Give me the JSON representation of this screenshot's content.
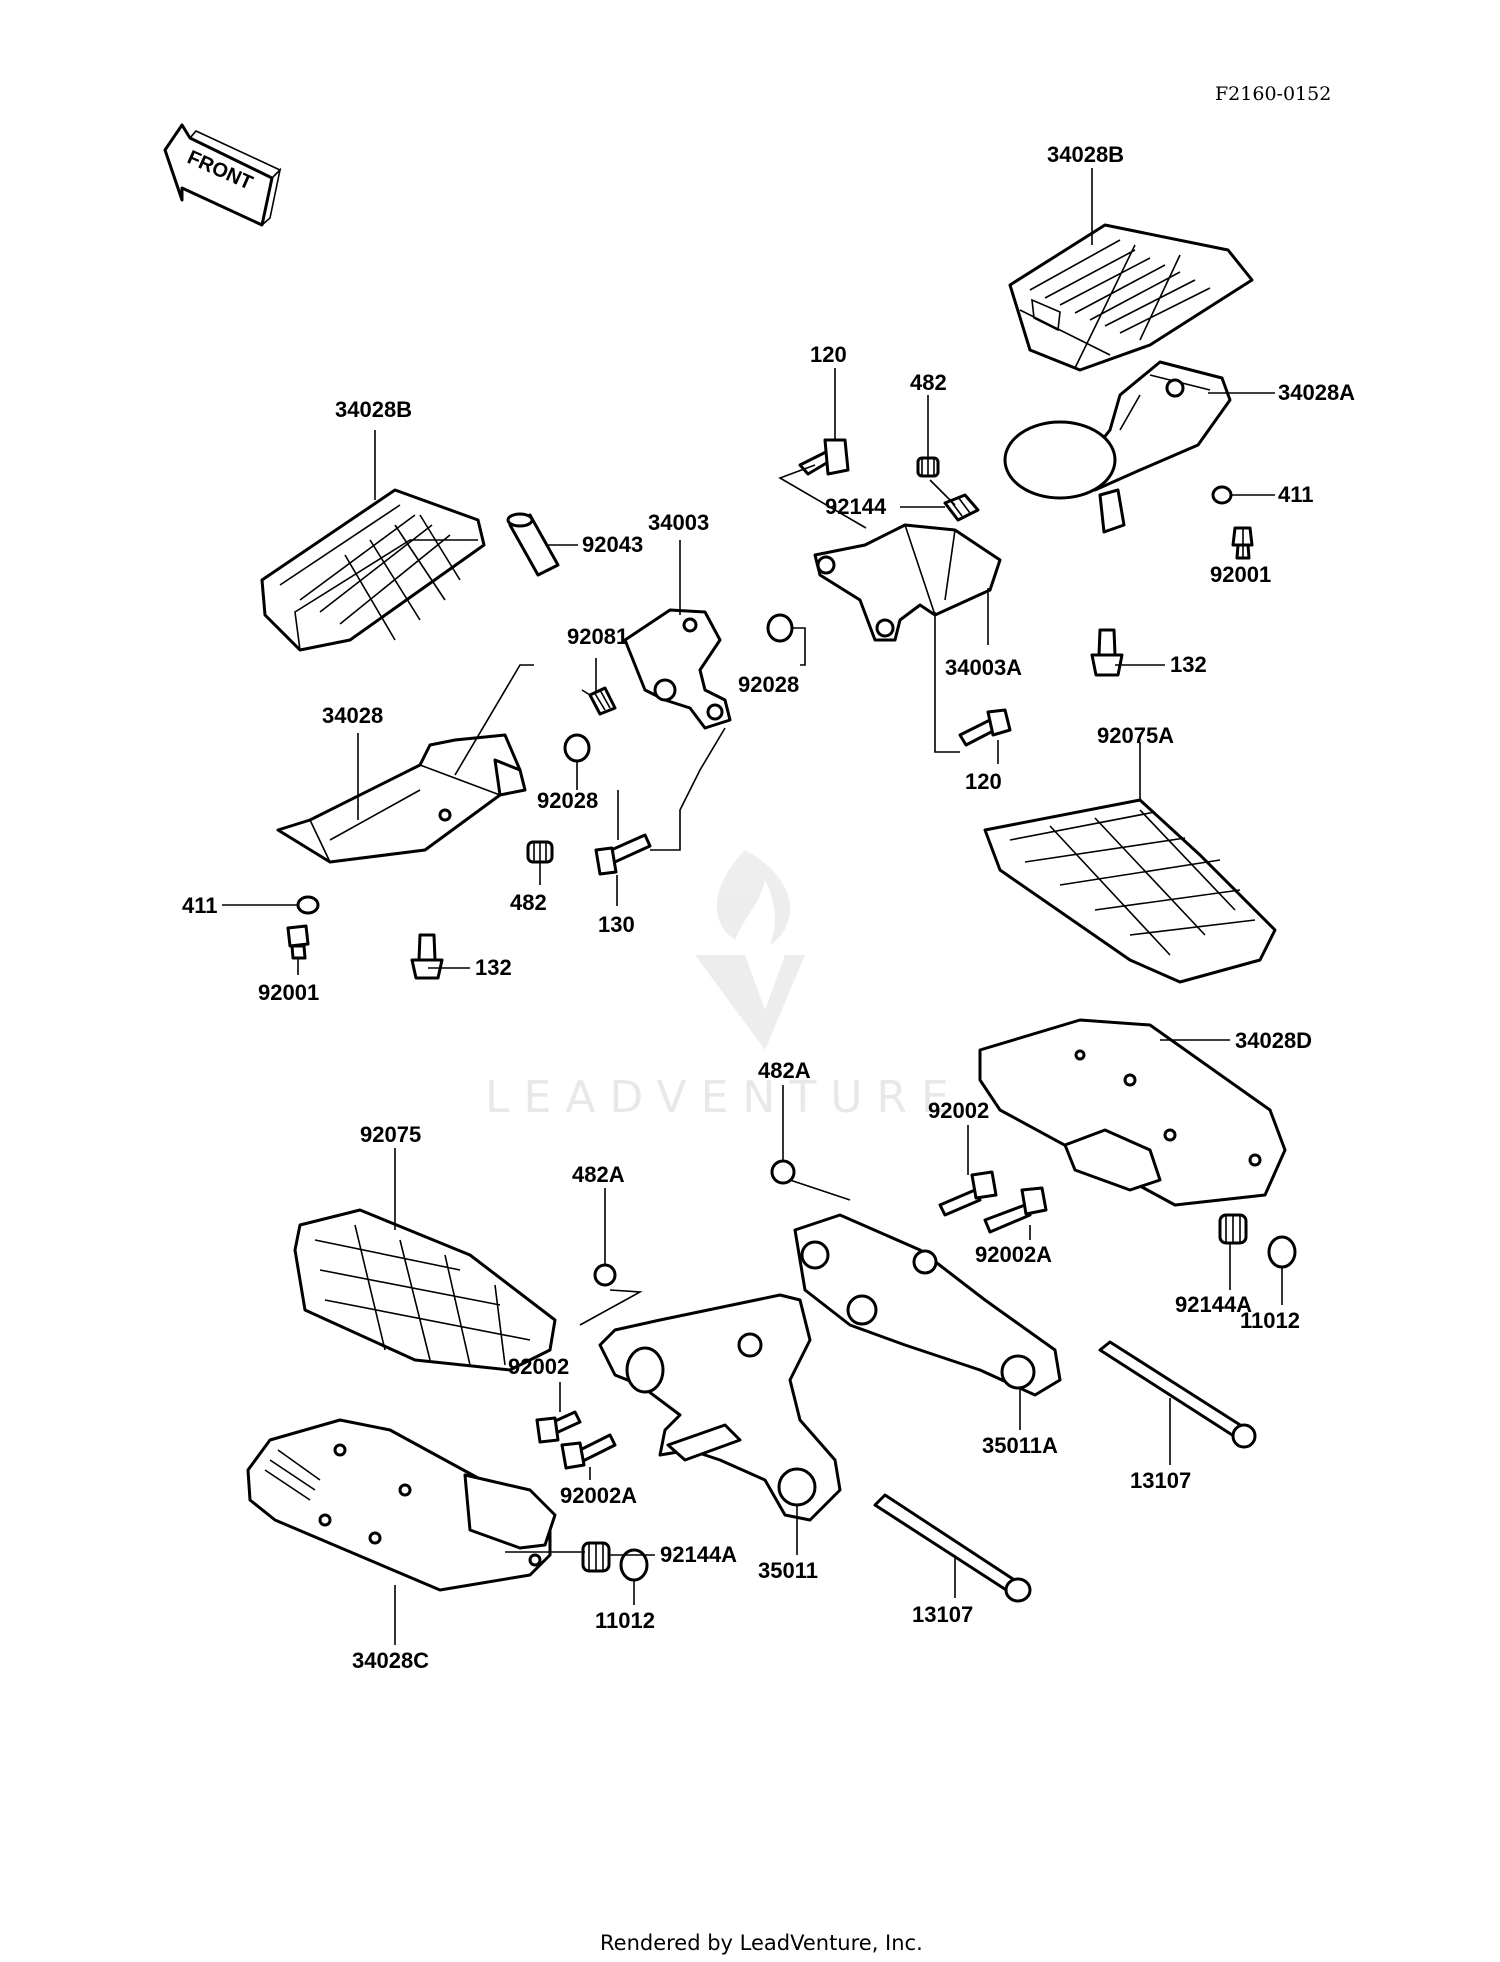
{
  "figure_code": "F2160-0152",
  "front_arrow_label": "FRONT",
  "watermark": "LEADVENTURE",
  "footer": "Rendered by LeadVenture, Inc.",
  "parts": {
    "p34028B_right": "34028B",
    "p34028A": "34028A",
    "p411_right": "411",
    "p92001_right": "92001",
    "p132_right": "132",
    "p120_top": "120",
    "p482_top": "482",
    "p92144": "92144",
    "p34003A": "34003A",
    "p120_low": "120",
    "p92075A": "92075A",
    "p34028B_left": "34028B",
    "p92043": "92043",
    "p34003": "34003",
    "p92081": "92081",
    "p92028_right": "92028",
    "p34028": "34028",
    "p92028_low": "92028",
    "p482_left": "482",
    "p130": "130",
    "p411_left": "411",
    "p132_left": "132",
    "p92001_left": "92001",
    "p34028D": "34028D",
    "p482A_right": "482A",
    "p92002_right": "92002",
    "p92002A_right": "92002A",
    "p92144A_right": "92144A",
    "p11012_right": "11012",
    "p35011A": "35011A",
    "p13107_right": "13107",
    "p92075": "92075",
    "p482A_left": "482A",
    "p92002_left": "92002",
    "p92002A_left": "92002A",
    "p92144A_left": "92144A",
    "p11012_left": "11012",
    "p35011": "35011",
    "p13107_left": "13107",
    "p34028C": "34028C"
  }
}
